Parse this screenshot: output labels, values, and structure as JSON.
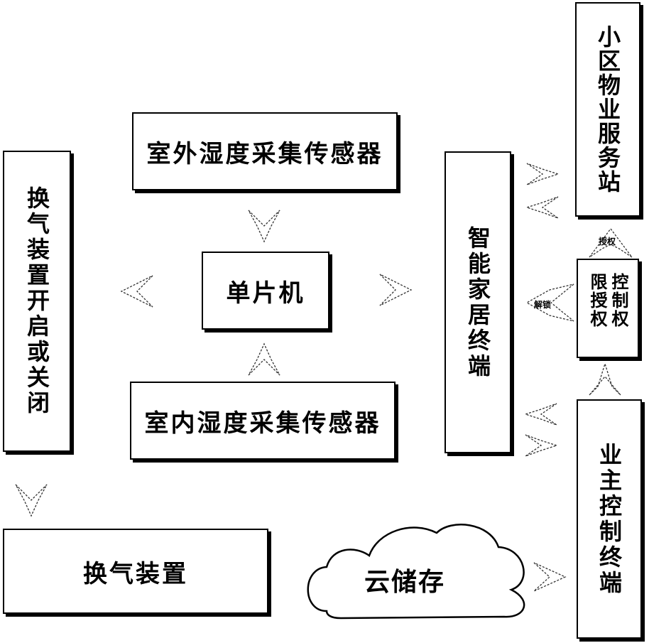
{
  "nodes": {
    "outdoor_sensor": "室外湿度采集传感器",
    "indoor_sensor": "室内湿度采集传感器",
    "mcu": "单片机",
    "ventilator_switch": "换气装置开启或关闭",
    "ventilator": "换气装置",
    "smart_home_terminal": "智能家居终端",
    "property_station": "小区物业服务站",
    "control_auth": "控制权限授权",
    "owner_terminal": "业主控制终端",
    "cloud_storage": "云储存"
  },
  "labels": {
    "authorize": "授权",
    "unlock": "解锁"
  },
  "colors": {
    "line": "#000000",
    "background": "#ffffff"
  }
}
